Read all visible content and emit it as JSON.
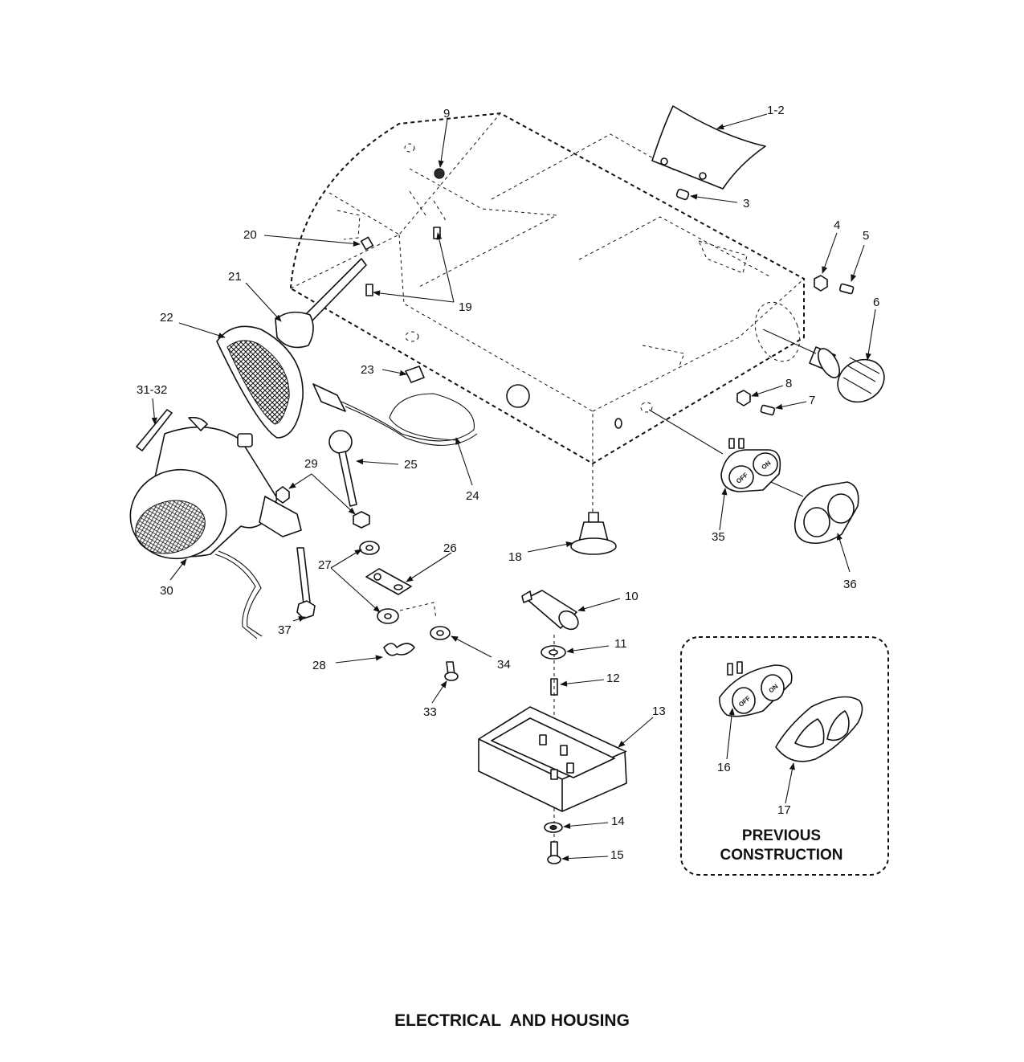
{
  "title": "ELECTRICAL  AND HOUSING",
  "inset": {
    "line1": "PREVIOUS",
    "line2": "CONSTRUCTION"
  },
  "switch_labels": {
    "off": "OFF",
    "on": "ON"
  },
  "callouts": [
    "1-2",
    "3",
    "4",
    "5",
    "6",
    "7",
    "8",
    "9",
    "10",
    "11",
    "12",
    "13",
    "14",
    "15",
    "16",
    "17",
    "18",
    "19",
    "20",
    "21",
    "22",
    "23",
    "24",
    "25",
    "26",
    "27",
    "28",
    "29",
    "30",
    "31-32",
    "33",
    "34",
    "35",
    "36",
    "37"
  ],
  "icons": {
    "arrowhead": "filled-arrow-icon"
  }
}
